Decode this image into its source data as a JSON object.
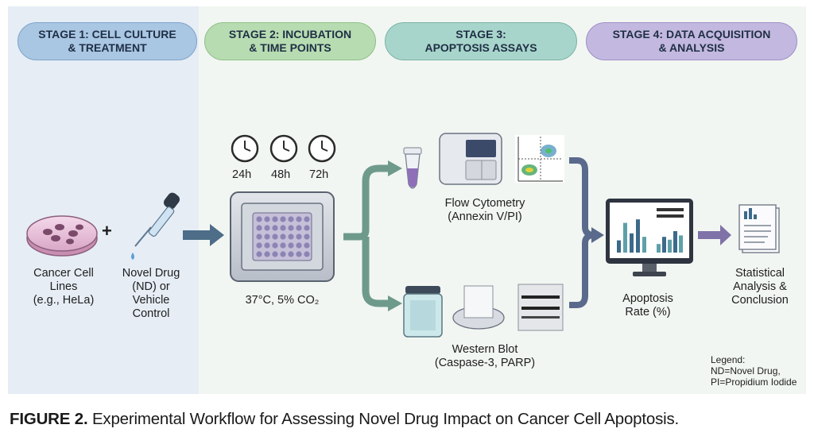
{
  "stages": [
    {
      "title": "STAGE 1: CELL CULTURE\n& TREATMENT"
    },
    {
      "title": "STAGE 2: INCUBATION\n& TIME POINTS"
    },
    {
      "title": "STAGE 3:\nAPOPTOSIS ASSAYS"
    },
    {
      "title": "STAGE 4: DATA ACQUISITION\n& ANALYSIS"
    }
  ],
  "plus": "+",
  "cells_label": "Cancer Cell\nLines\n(e.g., HeLa)",
  "drug_label": "Novel Drug\n(ND) or\nVehicle\nControl",
  "time_points": [
    "24h",
    "48h",
    "72h"
  ],
  "incubator_label": "37°C, 5% CO₂",
  "flow_label": "Flow Cytometry\n(Annexin V/PI)",
  "western_label": "Western Blot\n(Caspase-3, PARP)",
  "rate_label": "Apoptosis\nRate (%)",
  "stat_label": "Statistical\nAnalysis &\nConclusion",
  "legend": "Legend:\nND=Novel Drug,\nPI=Propidium Iodide",
  "caption_bold": "FIGURE 2.",
  "caption_text": " Experimental Workflow for Assessing Novel Drug Impact on Cancer Cell Apoptosis.",
  "monitor_chart": {
    "values": [
      0.35,
      0.85,
      0.55,
      0.95,
      0.45
    ]
  },
  "monitor_chart2": {
    "values": [
      0.3,
      0.55,
      0.45,
      0.75,
      0.6
    ]
  },
  "colors": {
    "stage1": "#a9c6e3",
    "stage2": "#b7dcb1",
    "stage3": "#a8d5cb",
    "stage4": "#c3b8df"
  }
}
